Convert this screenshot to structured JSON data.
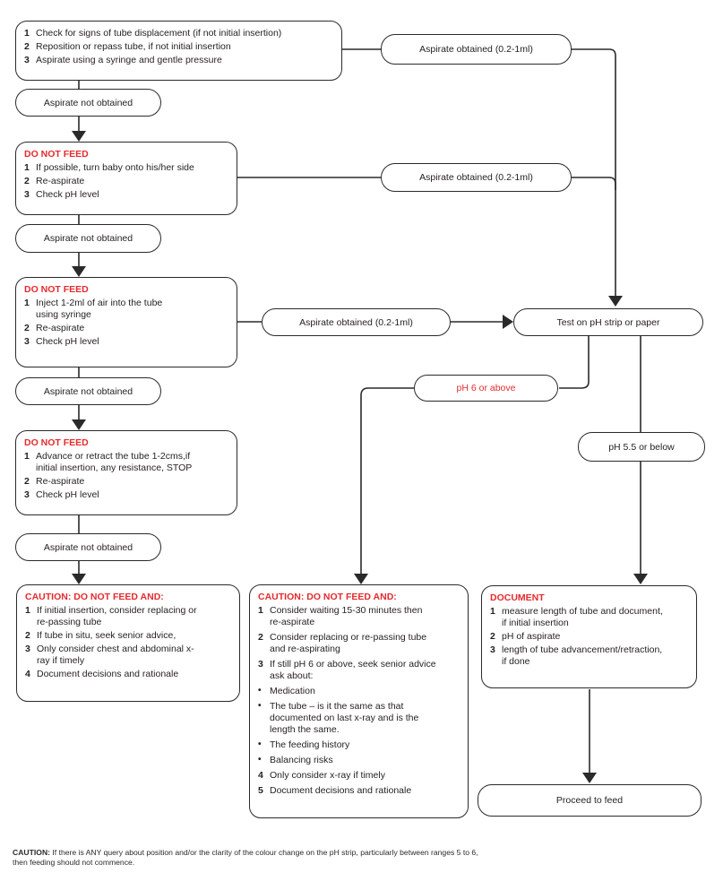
{
  "colors": {
    "red": "#e52a2e",
    "ink": "#2b2a2b",
    "background": "#ffffff"
  },
  "nodes": {
    "step1": {
      "items": [
        {
          "n": "1",
          "t": "Check for signs of tube displacement (if not initial insertion)"
        },
        {
          "n": "2",
          "t": "Reposition or repass tube, if not initial insertion"
        },
        {
          "n": "3",
          "t": "Aspirate using a syringe and gentle pressure"
        }
      ]
    },
    "aspNot1": {
      "label": "Aspirate not obtained"
    },
    "aspNot2": {
      "label": "Aspirate not obtained"
    },
    "aspNot3": {
      "label": "Aspirate not obtained"
    },
    "aspNot4": {
      "label": "Aspirate not obtained"
    },
    "aspObt1": {
      "label": "Aspirate obtained (0.2-1ml)"
    },
    "aspObt2": {
      "label": "Aspirate obtained (0.2-1ml)"
    },
    "aspObt3": {
      "label": "Aspirate obtained (0.2-1ml)"
    },
    "step2": {
      "title": "DO NOT FEED",
      "items": [
        {
          "n": "1",
          "t": "If possible, turn baby onto his/her side"
        },
        {
          "n": "2",
          "t": "Re-aspirate"
        },
        {
          "n": "3",
          "t": "Check pH level"
        }
      ]
    },
    "step3": {
      "title": "DO NOT FEED",
      "items": [
        {
          "n": "1",
          "t": "Inject 1-2ml of air into the tube\nusing syringe"
        },
        {
          "n": "2",
          "t": "Re-aspirate"
        },
        {
          "n": "3",
          "t": "Check pH level"
        }
      ]
    },
    "step4": {
      "title": "DO NOT FEED",
      "items": [
        {
          "n": "1",
          "t": "Advance or retract the tube 1-2cms,if\ninitial insertion, any resistance, STOP"
        },
        {
          "n": "2",
          "t": "Re-aspirate"
        },
        {
          "n": "3",
          "t": "Check pH level"
        }
      ]
    },
    "test": {
      "label": "Test on pH strip or paper"
    },
    "ph6": {
      "label": "pH 6 or above"
    },
    "ph55": {
      "label": "pH 5.5 or below"
    },
    "cautionLeft": {
      "title": "CAUTION: DO NOT FEED AND:",
      "items": [
        {
          "n": "1",
          "t": "If initial insertion, consider replacing or\nre-passing tube"
        },
        {
          "n": "2",
          "t": "If tube in situ, seek senior advice,"
        },
        {
          "n": "3",
          "t": "Only consider chest and abdominal x-\nray if timely"
        },
        {
          "n": "4",
          "t": "Document decisions and rationale"
        }
      ]
    },
    "cautionMid": {
      "title": "CAUTION: DO NOT FEED AND:",
      "items": [
        {
          "n": "1",
          "t": "Consider waiting 15-30 minutes then\nre-aspirate"
        },
        {
          "n": "2",
          "t": "Consider replacing or re-passing tube\nand re-aspirating"
        },
        {
          "n": "3",
          "t": "If still pH 6 or above, seek senior advice\nask about:"
        },
        {
          "n": "•",
          "t": "Medication"
        },
        {
          "n": "•",
          "t": "The tube – is it the same as that\ndocumented on last x-ray and is the\nlength the same."
        },
        {
          "n": "•",
          "t": "The feeding history"
        },
        {
          "n": "•",
          "t": "Balancing risks"
        },
        {
          "n": "4",
          "t": "Only consider x-ray if timely"
        },
        {
          "n": "5",
          "t": "Document decisions and rationale"
        }
      ]
    },
    "document": {
      "title": "DOCUMENT",
      "items": [
        {
          "n": "1",
          "t": "measure length of tube and document,\nif initial insertion"
        },
        {
          "n": "2",
          "t": "pH of aspirate"
        },
        {
          "n": "3",
          "t": "length of tube advancement/retraction,\nif done"
        }
      ]
    },
    "proceed": {
      "label": "Proceed to feed"
    }
  },
  "footer": {
    "bold": "CAUTION:",
    "text": " If there is ANY query about position and/or the clarity of the colour change on the pH strip, particularly between ranges 5 to 6,\nthen feeding should not commence."
  }
}
